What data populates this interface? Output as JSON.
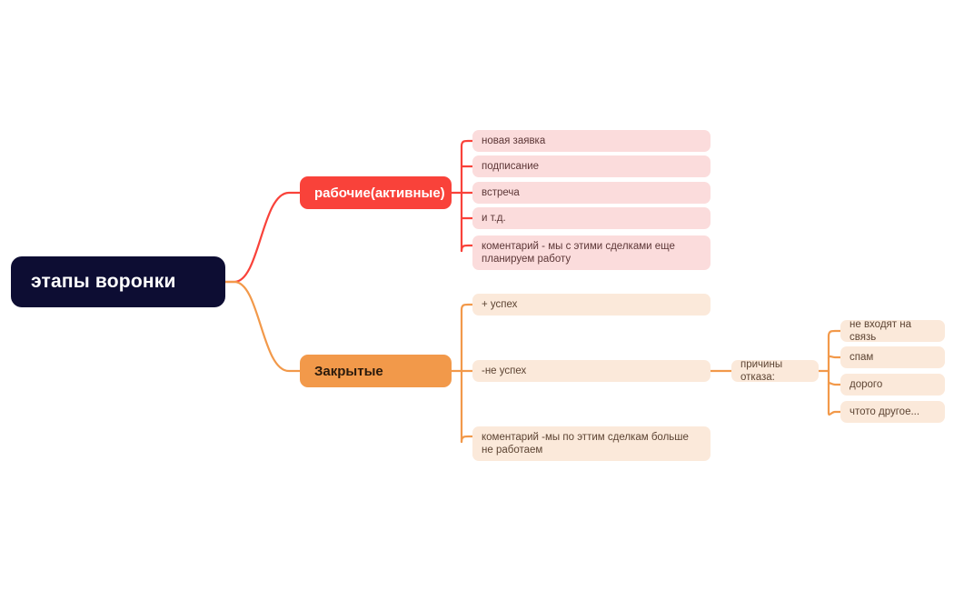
{
  "diagram": {
    "type": "mindmap",
    "title": "этапы воронки",
    "colors": {
      "root_bg": "#0d0d33",
      "root_text": "#ffffff",
      "branch_red": "#f9423a",
      "branch_orange": "#f2994a",
      "leaf_pink": "#fbdcdc",
      "leaf_peach": "#fbe9da",
      "edge_red": "#f9423a",
      "edge_orange": "#f2994a",
      "canvas_bg": "#ffffff"
    },
    "root": {
      "label": "этапы воронки"
    },
    "branches": [
      {
        "id": "active",
        "label": "рабочие(активные)",
        "color": "#f9423a",
        "children": [
          {
            "label": "новая заявка"
          },
          {
            "label": "подписание"
          },
          {
            "label": "встреча"
          },
          {
            "label": "и т.д."
          },
          {
            "label": "коментарий - мы с этими сделками еще планируем работу"
          }
        ]
      },
      {
        "id": "closed",
        "label": "Закрытые",
        "color": "#f2994a",
        "children": [
          {
            "label": "+ успех"
          },
          {
            "label": "-не успех",
            "children": [
              {
                "label": "причины отказа:",
                "children": [
                  {
                    "label": "не входят на связь"
                  },
                  {
                    "label": "спам"
                  },
                  {
                    "label": "дорого"
                  },
                  {
                    "label": "чтото другое..."
                  }
                ]
              }
            ]
          },
          {
            "label": "коментарий -мы по эттим сделкам больше не работаем"
          }
        ]
      }
    ]
  }
}
